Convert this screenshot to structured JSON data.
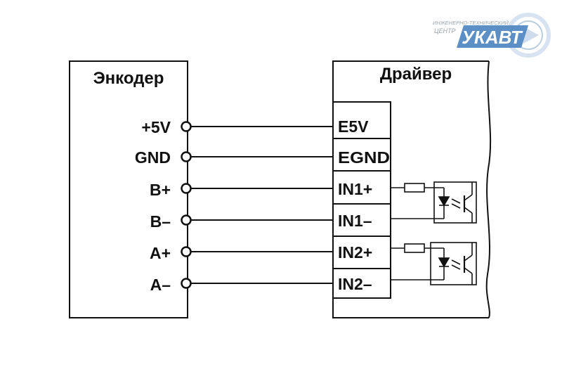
{
  "encoder": {
    "title": "Энкодер",
    "pins": [
      "+5V",
      "GND",
      "B+",
      "B–",
      "A+",
      "A–"
    ]
  },
  "driver": {
    "title": "Драйвер",
    "terminals": [
      "E5V",
      "EGND",
      "IN1+",
      "IN1–",
      "IN2+",
      "IN2–"
    ]
  },
  "logo": {
    "line1": "ИНЖЕНЕРНО-ТЕХНИЧЕСКИЙ",
    "line2": "ЦЕНТР",
    "brand": "УКАВТ"
  },
  "colors": {
    "line": "#111111",
    "logo_blue": "#5b8fc6",
    "logo_gray": "#9aa3ad"
  }
}
